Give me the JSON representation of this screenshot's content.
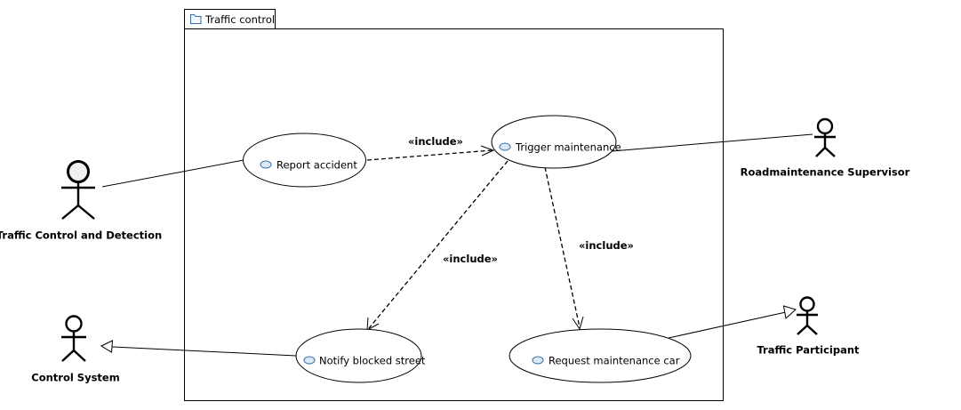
{
  "package": {
    "name": "Traffic control",
    "icon": "folder-icon"
  },
  "use_cases": {
    "report_accident": {
      "label": "Report accident",
      "icon": "use-case-icon"
    },
    "trigger_maintenance": {
      "label": "Trigger maintenance",
      "icon": "use-case-icon"
    },
    "notify_blocked_street": {
      "label": "Notify blocked street",
      "icon": "use-case-icon"
    },
    "request_maintenance_car": {
      "label": "Request maintenance car",
      "icon": "use-case-icon"
    }
  },
  "actors": {
    "traffic_control_detection": {
      "label": "Traffic Control and Detection"
    },
    "roadmaintenance_supervisor": {
      "label": "Roadmaintenance Supervisor"
    },
    "control_system": {
      "label": "Control System"
    },
    "traffic_participant": {
      "label": "Traffic Participant"
    }
  },
  "relations": {
    "include_1": {
      "label": "«include»"
    },
    "include_2": {
      "label": "«include»"
    },
    "include_3": {
      "label": "«include»"
    }
  },
  "colors": {
    "use_case_icon_fill": "#dbe9f7",
    "use_case_icon_stroke": "#3a6ea5"
  }
}
